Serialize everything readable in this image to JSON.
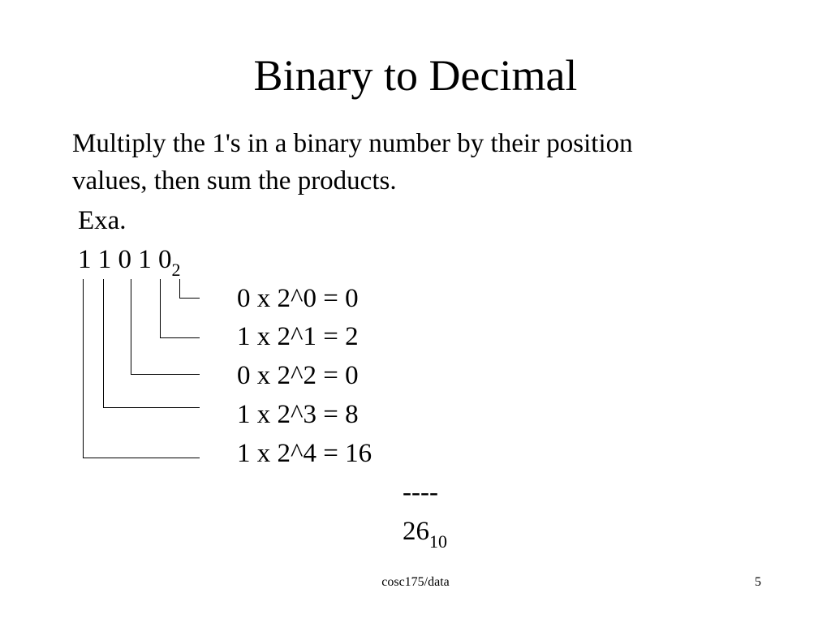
{
  "slide": {
    "title": "Binary to Decimal",
    "intro_line1": "Multiply the 1's in a binary number by their position",
    "intro_line2": "values, then sum the products.",
    "example_label": " Exa.",
    "binary_number": "1 1 0 1 0",
    "binary_base": "2",
    "calculations": [
      "0 x 2^0 =  0",
      "1 x 2^1 =  2",
      "0 x 2^2 =  0",
      "1 x 2^3 =  8",
      "1 x 2^4 = 16"
    ],
    "sum_separator": "----",
    "result_value": "26",
    "result_base": "10"
  },
  "footer": {
    "course": "cosc175/data",
    "page_number": "5"
  }
}
